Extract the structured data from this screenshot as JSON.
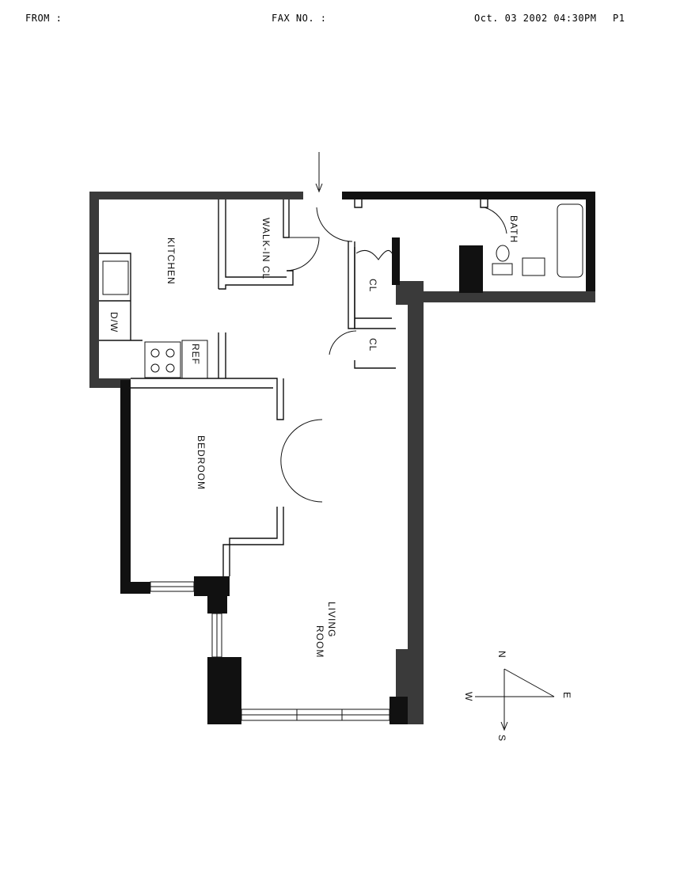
{
  "fax_header": {
    "from_label": "FROM :",
    "fax_no_label": "FAX NO. :",
    "timestamp": "Oct. 03 2002 04:30PM",
    "page": "P1"
  },
  "floor_plan": {
    "rooms": {
      "kitchen": "KITCHEN",
      "walk_in_closet": "WALK-IN CL",
      "dishwasher": "D/W",
      "refrigerator": "REF",
      "closet_1": "CL",
      "closet_2": "CL",
      "bath": "BATH",
      "bedroom": "BEDROOM",
      "living_room_1": "LIVING",
      "living_room_2": "ROOM"
    },
    "compass": {
      "north": "N",
      "east": "E",
      "south": "S",
      "west": "W"
    }
  }
}
